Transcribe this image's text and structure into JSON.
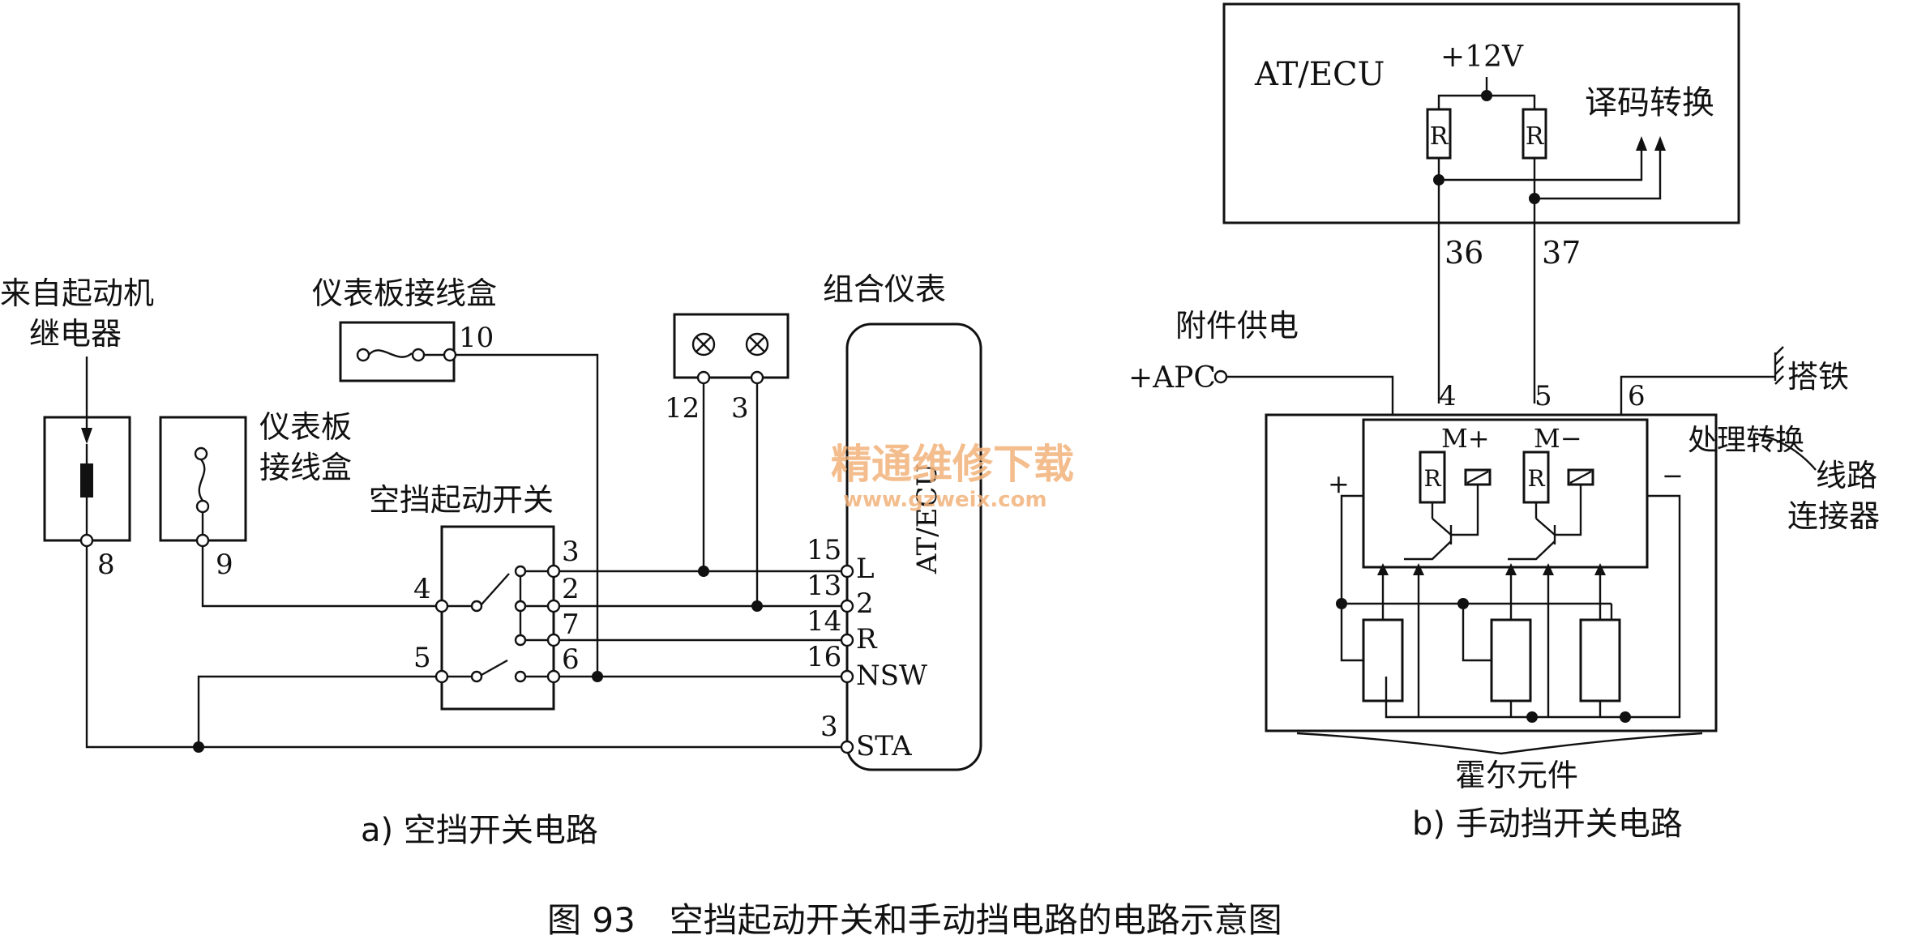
{
  "a": {
    "from_starter_relay": [
      "来自起动机",
      "继电器"
    ],
    "panel_box_top": "仪表板接线盒",
    "panel_box_left": [
      "仪表板",
      "接线盒"
    ],
    "neutral_switch": "空挡起动开关",
    "cluster": "组合仪表",
    "ecu_vertical": "AT/ECU",
    "pins": {
      "p8": "8",
      "p9": "9",
      "p10": "10",
      "p12": "12",
      "p3top": "3",
      "sw3": "3",
      "sw2": "2",
      "sw7": "7",
      "sw6": "6",
      "sw4": "4",
      "sw5": "5",
      "e15": "15",
      "e13": "13",
      "e14": "14",
      "e16": "16",
      "e3": "3"
    },
    "terminals": {
      "L": "L",
      "two": "2",
      "R": "R",
      "NSW": "NSW",
      "STA": "STA"
    },
    "caption": "a) 空挡开关电路"
  },
  "b": {
    "ecu": "AT/ECU",
    "v12": "+12V",
    "decode": "译码转换",
    "resistor": "R",
    "w36": "36",
    "w37": "37",
    "acc_power": "附件供电",
    "apc": "+APC",
    "ground": "搭铁",
    "pin4": "4",
    "pin5": "5",
    "pin6": "6",
    "mplus": "M+",
    "mminus": "M−",
    "process": "处理转换",
    "connector": [
      "线路",
      "连接器"
    ],
    "plus": "+",
    "minus": "−",
    "hall": "霍尔元件",
    "caption": "b) 手动挡开关电路"
  },
  "watermark": {
    "cn": "精通维修下载",
    "url": "www.gzweix.com"
  },
  "figure_caption": "图 93　空挡起动开关和手动挡电路的电路示意图"
}
